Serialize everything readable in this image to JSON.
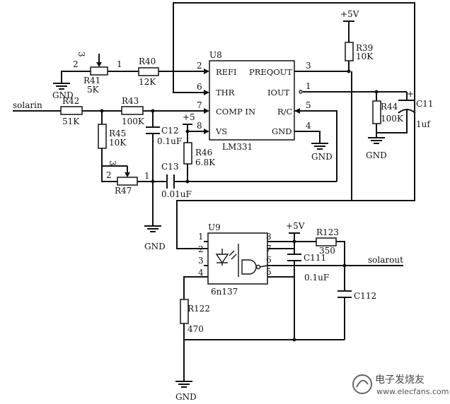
{
  "u8": {
    "ref": "U8",
    "part": "LM331",
    "pins_left": [
      {
        "num": "2",
        "name": "REFI"
      },
      {
        "num": "6",
        "name": "THR"
      },
      {
        "num": "7",
        "name": "COMP IN"
      },
      {
        "num": "8",
        "name": "VS"
      }
    ],
    "pins_right": [
      {
        "num": "3",
        "name": "PREQOUT"
      },
      {
        "num": "1",
        "name": "IOUT"
      },
      {
        "num": "5",
        "name": "R/C"
      },
      {
        "num": "4",
        "name": "GND"
      }
    ]
  },
  "u9": {
    "ref": "U9",
    "part": "6n137",
    "pins_left": [
      "1",
      "2",
      "3",
      "4"
    ],
    "pins_right": [
      "8",
      "7",
      "6",
      "5"
    ]
  },
  "components": {
    "r40": {
      "ref": "R40",
      "value": "12K"
    },
    "r41": {
      "ref": "R41",
      "value": "5K",
      "pin1": "1",
      "pin2": "2",
      "pin3": "3"
    },
    "r42": {
      "ref": "R42",
      "value": "51K"
    },
    "r43": {
      "ref": "R43",
      "value": "100K"
    },
    "r45": {
      "ref": "R45",
      "value": "10K"
    },
    "r47": {
      "ref": "R47",
      "pin1": "1",
      "pin2": "2",
      "pin3": "3"
    },
    "r46": {
      "ref": "R46",
      "value": "6.8K"
    },
    "r39": {
      "ref": "R39",
      "value": "10K"
    },
    "r44": {
      "ref": "R44",
      "value": "100K"
    },
    "r122": {
      "ref": "R122",
      "value": "470"
    },
    "r123": {
      "ref": "R123",
      "value": "350"
    },
    "c11": {
      "ref": "C11",
      "value": "1uf",
      "polarity": "+"
    },
    "c12": {
      "ref": "C12",
      "value": "0.1uF"
    },
    "c13": {
      "ref": "C13",
      "value": "0.01uF"
    },
    "c111": {
      "ref": "C111",
      "value": "0.1uF"
    },
    "c112": {
      "ref": "C112"
    }
  },
  "nets": {
    "gnd": "GND",
    "vcc5": "+5V",
    "vs5": "+5",
    "solarin": "solarin",
    "solarout": "solarout"
  },
  "watermark": {
    "cn": "电子发烧友",
    "en": "www.elecfans.com"
  }
}
